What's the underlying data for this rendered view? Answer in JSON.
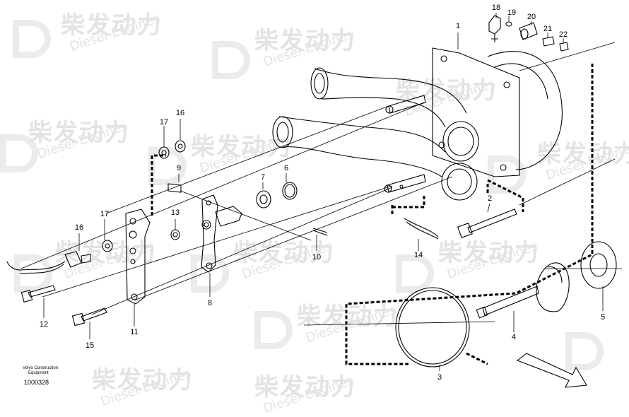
{
  "watermark": {
    "cn": "柴发动力",
    "en": "Diesel-Engines"
  },
  "callouts": [
    "1",
    "2",
    "3",
    "4",
    "5",
    "6",
    "7",
    "8",
    "9",
    "10",
    "11",
    "12",
    "13",
    "14",
    "15",
    "16",
    "17",
    "16",
    "17",
    "18",
    "19",
    "20",
    "21",
    "22"
  ],
  "caption": {
    "line1": "Volvo Construction",
    "line2": "Equipment"
  },
  "doc_number": "1000328"
}
